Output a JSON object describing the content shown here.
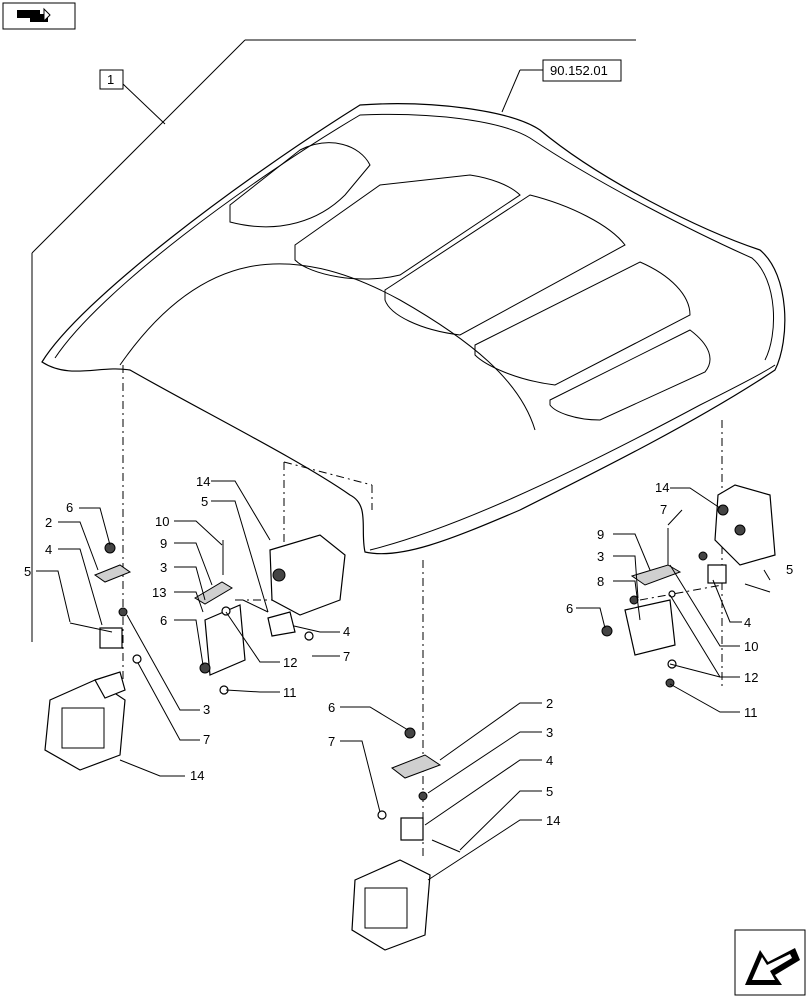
{
  "reference_code": "90.152.01",
  "assembly_number": "1",
  "callouts": [
    {
      "id": "c-tl-6",
      "text": "6"
    },
    {
      "id": "c-tl-2",
      "text": "2"
    },
    {
      "id": "c-tl-4",
      "text": "4"
    },
    {
      "id": "c-tl-5",
      "text": "5"
    },
    {
      "id": "c-tl-3",
      "text": "3"
    },
    {
      "id": "c-tl-7",
      "text": "7"
    },
    {
      "id": "c-tl-14",
      "text": "14"
    },
    {
      "id": "c-mid-14",
      "text": "14"
    },
    {
      "id": "c-mid-5",
      "text": "5"
    },
    {
      "id": "c-mid-10",
      "text": "10"
    },
    {
      "id": "c-mid-9",
      "text": "9"
    },
    {
      "id": "c-mid-3",
      "text": "3"
    },
    {
      "id": "c-mid-13",
      "text": "13"
    },
    {
      "id": "c-mid-6",
      "text": "6"
    },
    {
      "id": "c-mid-4",
      "text": "4"
    },
    {
      "id": "c-mid-7",
      "text": "7"
    },
    {
      "id": "c-mid-12",
      "text": "12"
    },
    {
      "id": "c-mid-11",
      "text": "11"
    },
    {
      "id": "c-r-14",
      "text": "14"
    },
    {
      "id": "c-r-7",
      "text": "7"
    },
    {
      "id": "c-r-9",
      "text": "9"
    },
    {
      "id": "c-r-3",
      "text": "3"
    },
    {
      "id": "c-r-5",
      "text": "5"
    },
    {
      "id": "c-r-8",
      "text": "8"
    },
    {
      "id": "c-r-6",
      "text": "6"
    },
    {
      "id": "c-r-4",
      "text": "4"
    },
    {
      "id": "c-r-10",
      "text": "10"
    },
    {
      "id": "c-r-12",
      "text": "12"
    },
    {
      "id": "c-r-11",
      "text": "11"
    },
    {
      "id": "c-b-6",
      "text": "6"
    },
    {
      "id": "c-b-2",
      "text": "2"
    },
    {
      "id": "c-b-3",
      "text": "3"
    },
    {
      "id": "c-b-7",
      "text": "7"
    },
    {
      "id": "c-b-4",
      "text": "4"
    },
    {
      "id": "c-b-5",
      "text": "5"
    },
    {
      "id": "c-b-14",
      "text": "14"
    }
  ],
  "icons": {
    "top_left": "catalog-back-icon",
    "bottom_right": "next-page-arrow-icon"
  }
}
